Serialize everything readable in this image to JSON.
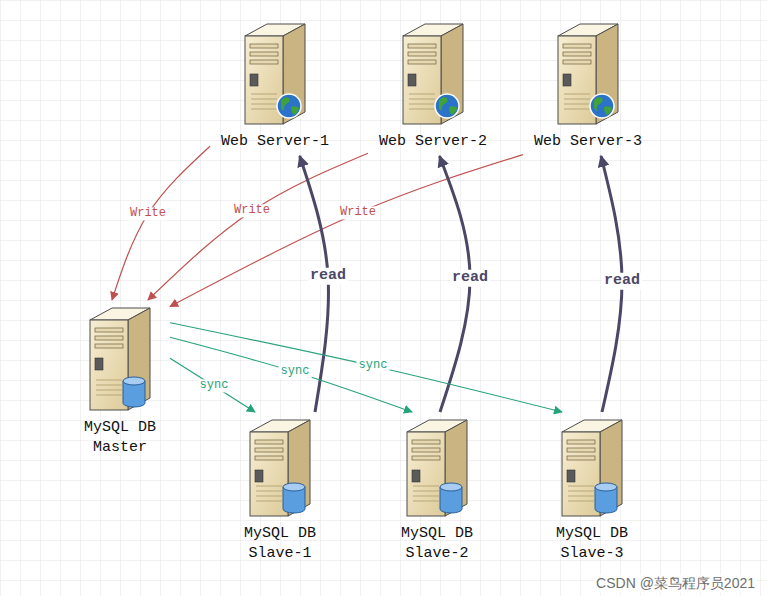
{
  "diagram": {
    "nodes": [
      {
        "text": [
          "Web Server-1"
        ]
      },
      {
        "text": [
          "Web Server-2"
        ]
      },
      {
        "text": [
          "Web Server-3"
        ]
      },
      {
        "text": [
          "MySQL DB Master"
        ]
      },
      {
        "text": [
          "MySQL DB Slave-1"
        ]
      },
      {
        "text": [
          "MySQL DB Slave-2"
        ]
      },
      {
        "text": [
          "MySQL DB Slave-3"
        ]
      }
    ],
    "edges": [
      {
        "from": 0,
        "to": 3,
        "label": "Write",
        "arrow": "to"
      },
      {
        "from": 1,
        "to": 3,
        "label": "Write",
        "arrow": "to"
      },
      {
        "from": 2,
        "to": 3,
        "label": "Write",
        "arrow": "to"
      },
      {
        "from": 4,
        "to": 0,
        "label": "read",
        "arrow": "to"
      },
      {
        "from": 5,
        "to": 1,
        "label": "read",
        "arrow": "to"
      },
      {
        "from": 6,
        "to": 2,
        "label": "read",
        "arrow": "to"
      },
      {
        "from": 3,
        "to": 4,
        "label": "sync",
        "arrow": "to"
      },
      {
        "from": 3,
        "to": 5,
        "label": "sync",
        "arrow": "to"
      },
      {
        "from": 3,
        "to": 6,
        "label": "sync",
        "arrow": "to"
      }
    ],
    "labels": [
      "CSDN @菜鸟程序员2021"
    ]
  }
}
